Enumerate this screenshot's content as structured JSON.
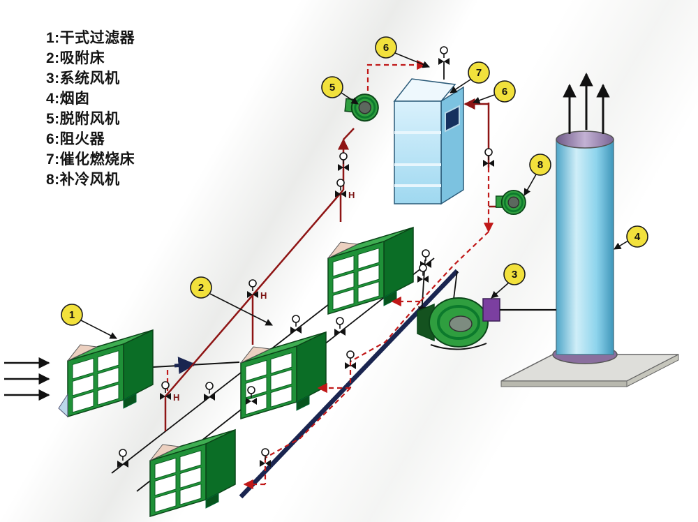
{
  "legend": {
    "items": [
      "1:干式过滤器",
      "2:吸附床",
      "3:系统风机",
      "4:烟囱",
      "5:脱附风机",
      "6:阻火器",
      "7:催化燃烧床",
      "8:补冷风机"
    ]
  },
  "callouts": {
    "n1": "1",
    "n2": "2",
    "n3": "3",
    "n4": "4",
    "n5": "5",
    "n6": "6",
    "n7": "7",
    "n8": "8"
  },
  "labels": {
    "valve_handle": "H"
  },
  "colors": {
    "unit_green": "#1f9138",
    "unit_green_top": "#3fae52",
    "unit_green_dark": "#0b6e26",
    "cabinet_blue": "#bfe4f6",
    "chimney_blue": "#8ed4ec",
    "callout_yellow": "#f2e13c",
    "pipe_navy": "#1a2550",
    "pipe_dark_red": "#8e1414",
    "pipe_red_dashed": "#c01818",
    "fan_outlet_purple": "#7b3fa0"
  }
}
